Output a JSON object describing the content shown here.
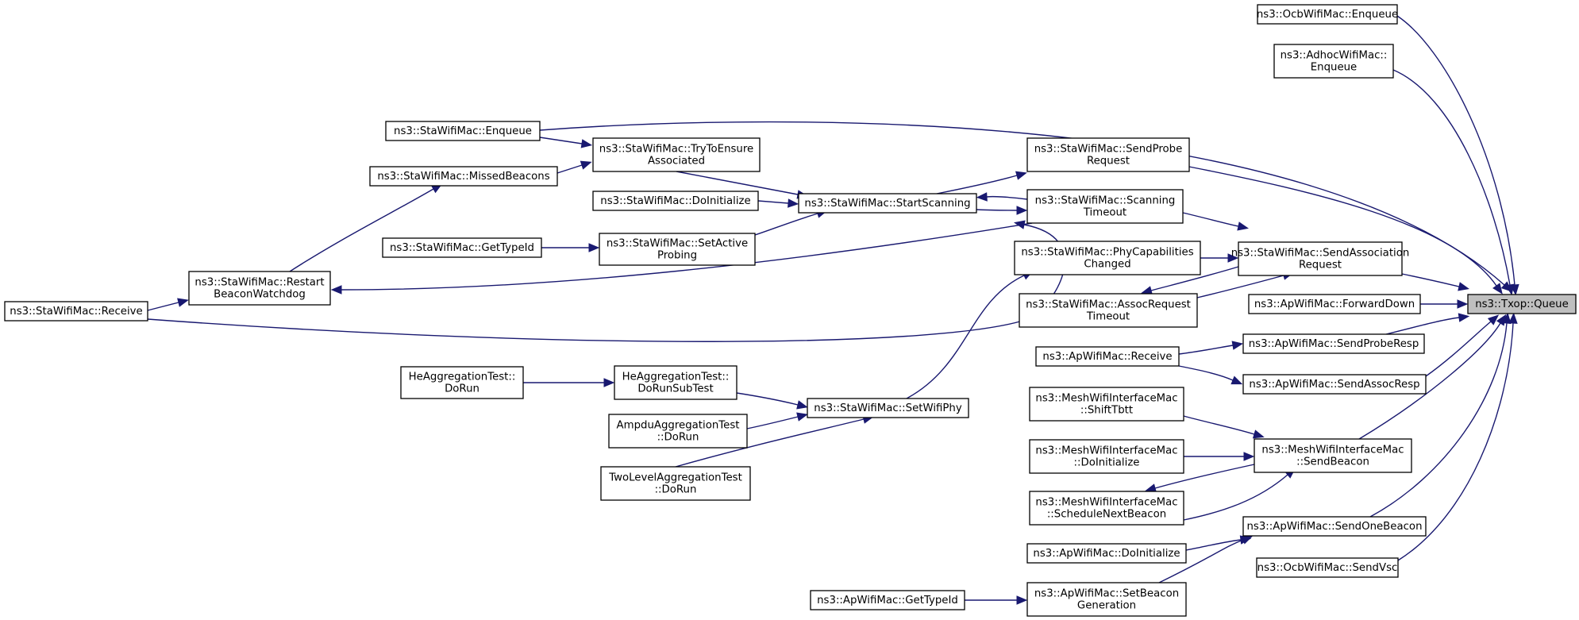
{
  "graph": {
    "target": "txop_queue",
    "nodes": [
      {
        "id": "txop_queue",
        "lines": [
          "ns3::Txop::Queue"
        ]
      },
      {
        "id": "ocb_enqueue",
        "lines": [
          "ns3::OcbWifiMac::Enqueue"
        ]
      },
      {
        "id": "adhoc_enqueue",
        "lines": [
          "ns3::AdhocWifiMac::",
          "Enqueue"
        ]
      },
      {
        "id": "sta_enqueue",
        "lines": [
          "ns3::StaWifiMac::Enqueue"
        ]
      },
      {
        "id": "sta_trytoensure",
        "lines": [
          "ns3::StaWifiMac::TryToEnsure",
          "Associated"
        ]
      },
      {
        "id": "sta_missedbeacons",
        "lines": [
          "ns3::StaWifiMac::MissedBeacons"
        ]
      },
      {
        "id": "sta_doinitialize",
        "lines": [
          "ns3::StaWifiMac::DoInitialize"
        ]
      },
      {
        "id": "sta_starscanning",
        "lines": [
          "ns3::StaWifiMac::StartScanning"
        ]
      },
      {
        "id": "sta_sendprobe",
        "lines": [
          "ns3::StaWifiMac::SendProbe",
          "Request"
        ]
      },
      {
        "id": "sta_scanningtimeout",
        "lines": [
          "ns3::StaWifiMac::Scanning",
          "Timeout"
        ]
      },
      {
        "id": "sta_gettypeid",
        "lines": [
          "ns3::StaWifiMac::GetTypeId"
        ]
      },
      {
        "id": "sta_setactive",
        "lines": [
          "ns3::StaWifiMac::SetActive",
          "Probing"
        ]
      },
      {
        "id": "sta_restart",
        "lines": [
          "ns3::StaWifiMac::Restart",
          "BeaconWatchdog"
        ]
      },
      {
        "id": "sta_receive",
        "lines": [
          "ns3::StaWifiMac::Receive"
        ]
      },
      {
        "id": "sta_phycap",
        "lines": [
          "ns3::StaWifiMac::PhyCapabilities",
          "Changed"
        ]
      },
      {
        "id": "sta_assocreqtimeout",
        "lines": [
          "ns3::StaWifiMac::AssocRequest",
          "Timeout"
        ]
      },
      {
        "id": "sta_sendassoc",
        "lines": [
          "ns3::StaWifiMac::SendAssociation",
          "Request"
        ]
      },
      {
        "id": "ap_forwarddown",
        "lines": [
          "ns3::ApWifiMac::ForwardDown"
        ]
      },
      {
        "id": "ap_receive",
        "lines": [
          "ns3::ApWifiMac::Receive"
        ]
      },
      {
        "id": "ap_sendproberesp",
        "lines": [
          "ns3::ApWifiMac::SendProbeResp"
        ]
      },
      {
        "id": "ap_sendassocresp",
        "lines": [
          "ns3::ApWifiMac::SendAssocResp"
        ]
      },
      {
        "id": "he_dorun",
        "lines": [
          "HeAggregationTest::",
          "DoRun"
        ]
      },
      {
        "id": "he_dorunsubtest",
        "lines": [
          "HeAggregationTest::",
          "DoRunSubTest"
        ]
      },
      {
        "id": "sta_setwifiphy",
        "lines": [
          "ns3::StaWifiMac::SetWifiPhy"
        ]
      },
      {
        "id": "ampdu_dorun",
        "lines": [
          "AmpduAggregationTest",
          "::DoRun"
        ]
      },
      {
        "id": "twolevel_dorun",
        "lines": [
          "TwoLevelAggregationTest",
          "::DoRun"
        ]
      },
      {
        "id": "mesh_shifttbtt",
        "lines": [
          "ns3::MeshWifiInterfaceMac",
          "::ShiftTbtt"
        ]
      },
      {
        "id": "mesh_doinitialize",
        "lines": [
          "ns3::MeshWifiInterfaceMac",
          "::DoInitialize"
        ]
      },
      {
        "id": "mesh_schedulenext",
        "lines": [
          "ns3::MeshWifiInterfaceMac",
          "::ScheduleNextBeacon"
        ]
      },
      {
        "id": "mesh_sendbeacon",
        "lines": [
          "ns3::MeshWifiInterfaceMac",
          "::SendBeacon"
        ]
      },
      {
        "id": "ap_sendonebeacon",
        "lines": [
          "ns3::ApWifiMac::SendOneBeacon"
        ]
      },
      {
        "id": "ap_doinitialize",
        "lines": [
          "ns3::ApWifiMac::DoInitialize"
        ]
      },
      {
        "id": "ocb_sendvsc",
        "lines": [
          "ns3::OcbWifiMac::SendVsc"
        ]
      },
      {
        "id": "ap_gettypeid",
        "lines": [
          "ns3::ApWifiMac::GetTypeId"
        ]
      },
      {
        "id": "ap_setbeacongen",
        "lines": [
          "ns3::ApWifiMac::SetBeacon",
          "Generation"
        ]
      }
    ],
    "edges": [
      {
        "from": "ocb_enqueue",
        "to": "txop_queue"
      },
      {
        "from": "adhoc_enqueue",
        "to": "txop_queue"
      },
      {
        "from": "sta_enqueue",
        "to": "txop_queue"
      },
      {
        "from": "sta_sendprobe",
        "to": "txop_queue"
      },
      {
        "from": "sta_sendassoc",
        "to": "txop_queue"
      },
      {
        "from": "ap_forwarddown",
        "to": "txop_queue"
      },
      {
        "from": "ap_sendproberesp",
        "to": "txop_queue"
      },
      {
        "from": "ap_sendassocresp",
        "to": "txop_queue"
      },
      {
        "from": "mesh_sendbeacon",
        "to": "txop_queue"
      },
      {
        "from": "ap_sendonebeacon",
        "to": "txop_queue"
      },
      {
        "from": "ocb_sendvsc",
        "to": "txop_queue"
      },
      {
        "from": "sta_enqueue",
        "to": "sta_trytoensure"
      },
      {
        "from": "sta_missedbeacons",
        "to": "sta_trytoensure"
      },
      {
        "from": "sta_trytoensure",
        "to": "sta_starscanning"
      },
      {
        "from": "sta_doinitialize",
        "to": "sta_starscanning"
      },
      {
        "from": "sta_setactive",
        "to": "sta_starscanning"
      },
      {
        "from": "sta_scanningtimeout",
        "to": "sta_starscanning"
      },
      {
        "from": "sta_starscanning",
        "to": "sta_sendprobe"
      },
      {
        "from": "sta_starscanning",
        "to": "sta_scanningtimeout"
      },
      {
        "from": "sta_gettypeid",
        "to": "sta_setactive"
      },
      {
        "from": "sta_restart",
        "to": "sta_missedbeacons"
      },
      {
        "from": "sta_receive",
        "to": "sta_restart"
      },
      {
        "from": "sta_scanningtimeout",
        "to": "sta_restart"
      },
      {
        "from": "sta_receive",
        "to": "sta_sendassoc"
      },
      {
        "from": "sta_scanningtimeout",
        "to": "sta_sendassoc"
      },
      {
        "from": "sta_phycap",
        "to": "sta_sendassoc"
      },
      {
        "from": "sta_assocreqtimeout",
        "to": "sta_sendassoc"
      },
      {
        "from": "sta_sendassoc",
        "to": "sta_assocreqtimeout"
      },
      {
        "from": "sta_setwifiphy",
        "to": "sta_phycap"
      },
      {
        "from": "he_dorun",
        "to": "he_dorunsubtest"
      },
      {
        "from": "he_dorunsubtest",
        "to": "sta_setwifiphy"
      },
      {
        "from": "ampdu_dorun",
        "to": "sta_setwifiphy"
      },
      {
        "from": "twolevel_dorun",
        "to": "sta_setwifiphy"
      },
      {
        "from": "ap_receive",
        "to": "ap_sendproberesp"
      },
      {
        "from": "ap_receive",
        "to": "ap_sendassocresp"
      },
      {
        "from": "mesh_shifttbtt",
        "to": "mesh_sendbeacon"
      },
      {
        "from": "mesh_doinitialize",
        "to": "mesh_sendbeacon"
      },
      {
        "from": "mesh_schedulenext",
        "to": "mesh_sendbeacon"
      },
      {
        "from": "mesh_sendbeacon",
        "to": "mesh_schedulenext"
      },
      {
        "from": "ap_doinitialize",
        "to": "ap_sendonebeacon"
      },
      {
        "from": "ap_setbeacongen",
        "to": "ap_sendonebeacon"
      },
      {
        "from": "ap_gettypeid",
        "to": "ap_setbeacongen"
      }
    ]
  }
}
